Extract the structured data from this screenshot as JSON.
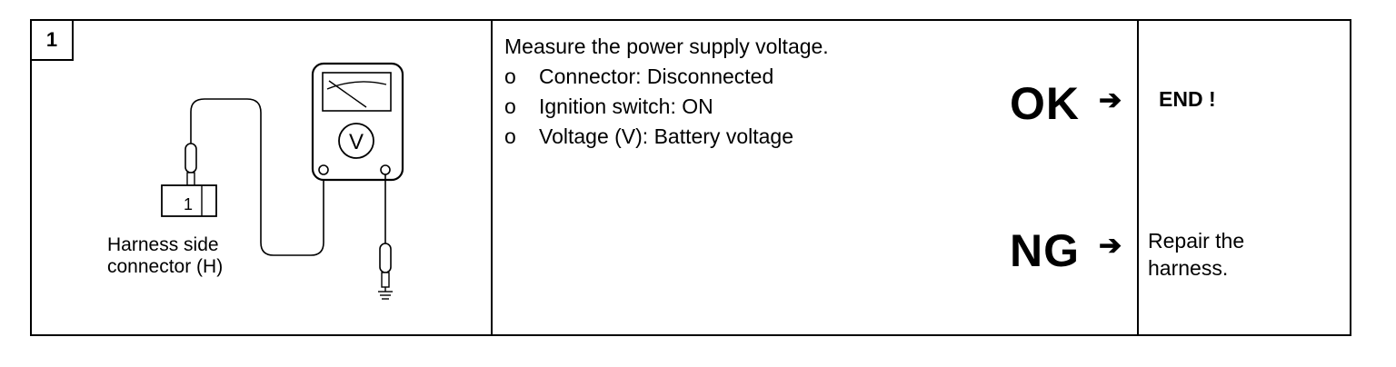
{
  "step": {
    "number": "1"
  },
  "diagram": {
    "connector_pin": "1",
    "meter_symbol": "V",
    "caption_line1": "Harness side",
    "caption_line2": "connector (H)"
  },
  "instructions": {
    "title": "Measure the power supply voltage.",
    "items": [
      {
        "bullet": "o",
        "text": "Connector: Disconnected"
      },
      {
        "bullet": "o",
        "text": "Ignition switch: ON"
      },
      {
        "bullet": "o",
        "text": "Voltage (V): Battery voltage"
      }
    ]
  },
  "outcomes": {
    "ok": {
      "label": "OK",
      "arrow": "➔",
      "result": "END !"
    },
    "ng": {
      "label": "NG",
      "arrow": "➔",
      "result_line1": "Repair the",
      "result_line2": "harness."
    }
  }
}
